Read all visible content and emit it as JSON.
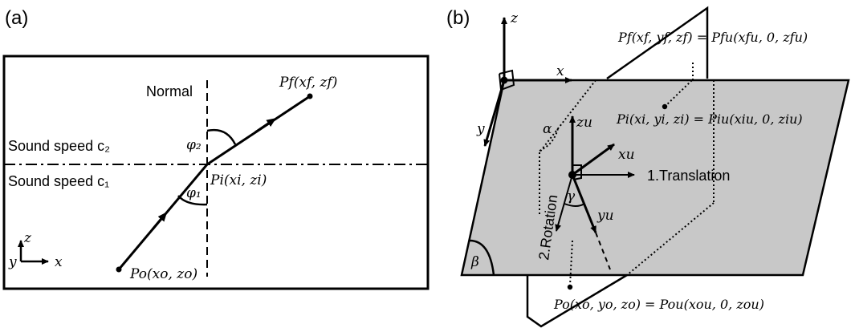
{
  "panel_a": {
    "label": "(a)",
    "normal_label": "Normal",
    "medium_upper": "Sound speed c₂",
    "medium_lower": "Sound speed c₁",
    "point_final": "Pf(xf, zf)",
    "point_interface": "Pi(xi, zi)",
    "point_origin": "Po(xo, zo)",
    "angle_refracted": "φ₂",
    "angle_incident": "φ₁",
    "axis_z": "z",
    "axis_y": "y",
    "axis_x": "x"
  },
  "panel_b": {
    "label": "(b)",
    "axis_z": "z",
    "axis_x": "x",
    "axis_y": "y",
    "axis_zu": "zu",
    "axis_xu": "xu",
    "axis_yu": "yu",
    "angle_alpha": "α",
    "angle_beta": "β",
    "angle_gamma": "γ",
    "translation_label": "1.Translation",
    "rotation_label": "2.Rotation",
    "eq_final": "Pf(xf, yf, zf) = Pfu(xfu, 0, zfu)",
    "eq_interface": "Pi(xi, yi, zi) = Piu(xiu, 0, ziu)",
    "eq_origin": "Po(xo, yo, zo) = Pou(xou, 0, zou)"
  },
  "colors": {
    "plane_fill": "#c8c8c8",
    "line": "#000000",
    "background": "#ffffff"
  }
}
